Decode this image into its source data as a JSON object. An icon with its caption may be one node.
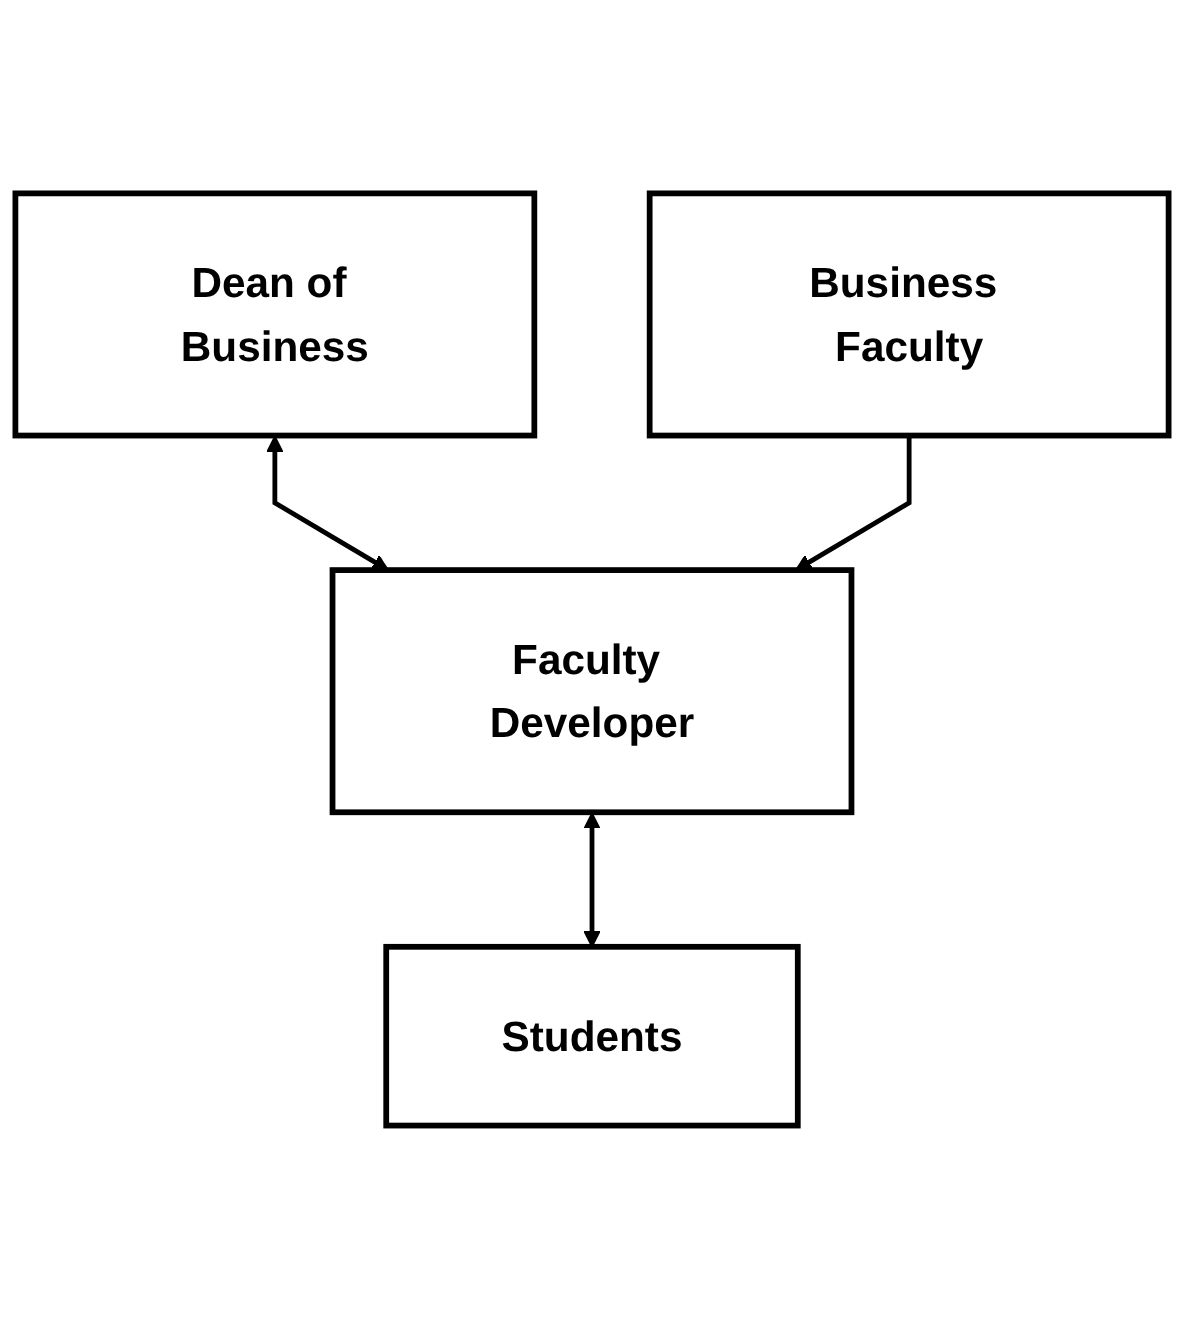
{
  "diagram": {
    "nodes": [
      {
        "text": [
          "Dean of Business"
        ]
      },
      {
        "text": [
          "Business Faculty"
        ]
      },
      {
        "text": [
          "Faculty Developer"
        ]
      },
      {
        "text": [
          "Students"
        ]
      }
    ],
    "edges": [
      {
        "from": 0,
        "to": 2,
        "arrow": "both"
      },
      {
        "from": 1,
        "to": 2,
        "arrow": "to"
      },
      {
        "from": 2,
        "to": 3,
        "arrow": "both"
      }
    ]
  }
}
